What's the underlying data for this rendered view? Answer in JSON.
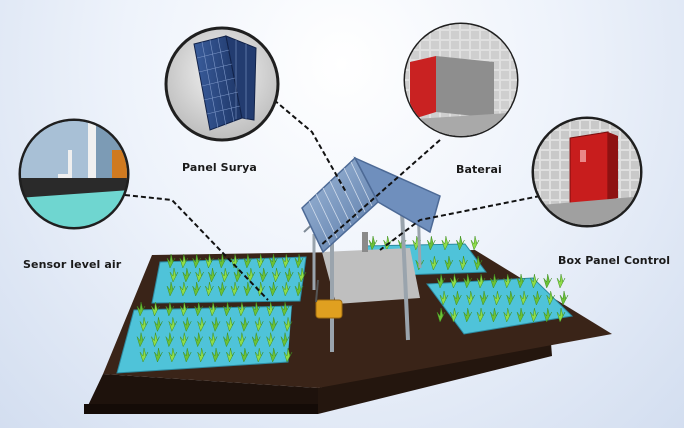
{
  "labels": {
    "sensor": "Sensor level air",
    "panel": "Panel Surya",
    "battery": "Baterai",
    "control": "Box Panel Control"
  },
  "colors": {
    "background": "#e6edf8",
    "soil": "#3a2418",
    "water": "#4fc3d9",
    "plant": "#7fcf3f",
    "panel": "#2f4f87",
    "control_box": "#c81d1d",
    "callout_line": "#111111"
  },
  "icons": [
    "solar-panel-icon",
    "battery-icon",
    "control-box-icon",
    "water-level-sensor-icon",
    "greenhouse-shelter-icon",
    "plant-beds"
  ]
}
